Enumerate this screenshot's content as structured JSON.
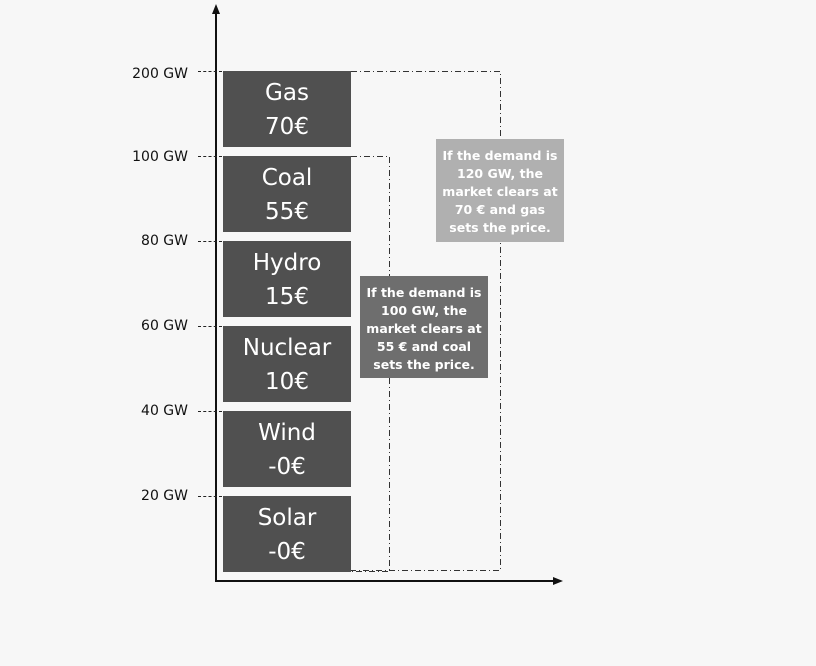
{
  "y_axis": {
    "ticks": [
      "200 GW",
      "100 GW",
      "80 GW",
      "60 GW",
      "40 GW",
      "20 GW"
    ]
  },
  "blocks": [
    {
      "name": "Gas",
      "price": "70€"
    },
    {
      "name": "Coal",
      "price": "55€"
    },
    {
      "name": "Hydro",
      "price": "15€"
    },
    {
      "name": "Nuclear",
      "price": "10€"
    },
    {
      "name": "Wind",
      "price": "-0€"
    },
    {
      "name": "Solar",
      "price": "-0€"
    }
  ],
  "notes": {
    "gas": "If the demand is 120 GW, the market clears at 70 € and gas sets the price.",
    "coal": "If the demand is 100 GW, the market clears at 55 € and coal sets the price."
  },
  "colors": {
    "block": "#505050",
    "note_gas": "#b0b0b0",
    "note_coal": "#6e6e6e"
  }
}
